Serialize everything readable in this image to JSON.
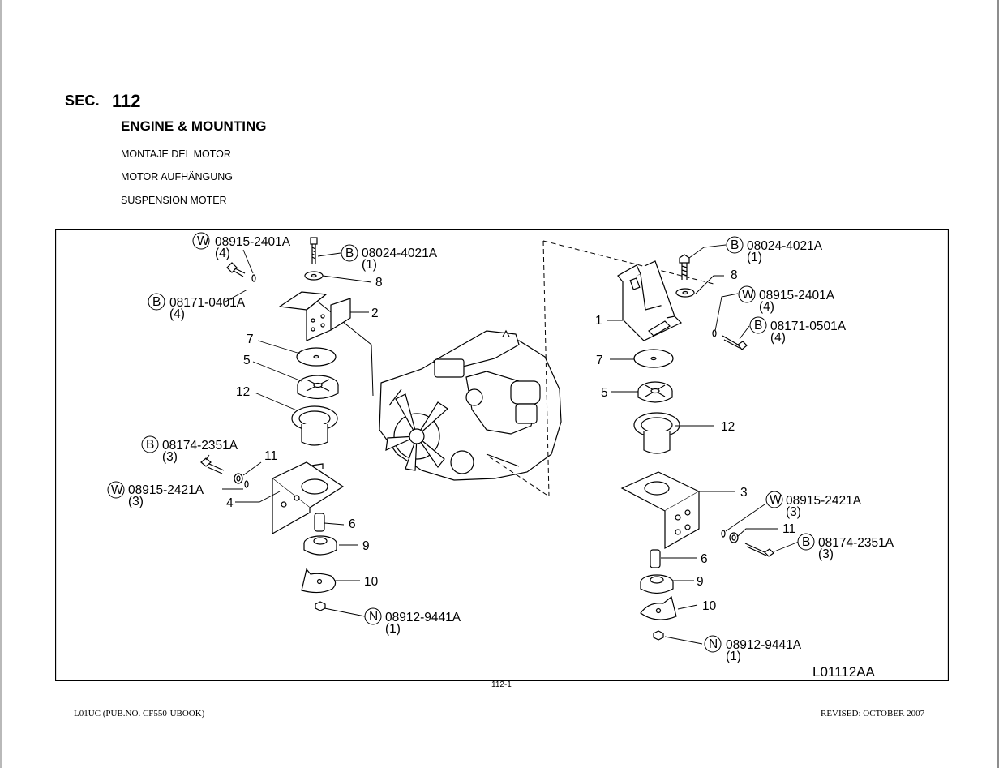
{
  "section": {
    "label": "SEC.",
    "number": "112"
  },
  "title": {
    "english": "ENGINE & MOUNTING",
    "spanish": "MONTAJE DEL MOTOR",
    "german": "MOTOR AUFHÄNGUNG",
    "french": "SUSPENSION MOTER"
  },
  "diagram": {
    "code": "L01112AA",
    "left_group": {
      "w_top": {
        "prefix": "W",
        "part": "08915-2401A",
        "qty": "(4)"
      },
      "b_top": {
        "prefix": "B",
        "part": "08024-4021A",
        "qty": "(1)"
      },
      "b_side": {
        "prefix": "B",
        "part": "08171-0401A",
        "qty": "(4)"
      },
      "b_mid": {
        "prefix": "B",
        "part": "08174-2351A",
        "qty": "(3)"
      },
      "w_mid": {
        "prefix": "W",
        "part": "08915-2421A",
        "qty": "(3)"
      },
      "n_bottom": {
        "prefix": "N",
        "part": "08912-9441A",
        "qty": "(1)"
      },
      "numbers": [
        "8",
        "2",
        "7",
        "5",
        "12",
        "11",
        "4",
        "6",
        "9",
        "10"
      ]
    },
    "right_group": {
      "b_top": {
        "prefix": "B",
        "part": "08024-4021A",
        "qty": "(1)"
      },
      "w_top": {
        "prefix": "W",
        "part": "08915-2401A",
        "qty": "(4)"
      },
      "b_side": {
        "prefix": "B",
        "part": "08171-0501A",
        "qty": "(4)"
      },
      "w_mid": {
        "prefix": "W",
        "part": "08915-2421A",
        "qty": "(3)"
      },
      "b_mid": {
        "prefix": "B",
        "part": "08174-2351A",
        "qty": "(3)"
      },
      "n_bottom": {
        "prefix": "N",
        "part": "08912-9441A",
        "qty": "(1)"
      },
      "numbers": [
        "8",
        "1",
        "7",
        "5",
        "12",
        "3",
        "11",
        "6",
        "9",
        "10"
      ]
    }
  },
  "footer": {
    "page_number": "112-1",
    "publication": "L01UC (PUB.NO. CF550-UBOOK)",
    "revised": "REVISED: OCTOBER 2007"
  }
}
